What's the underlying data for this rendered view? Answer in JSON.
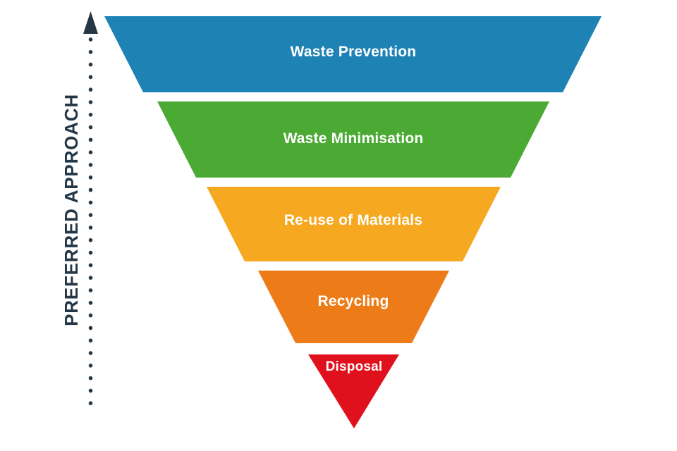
{
  "axis": {
    "label": "PREFERRED APPROACH",
    "arrow_icon": "arrow-up-icon",
    "color": "#243746"
  },
  "funnel": {
    "text_color": "#ffffff",
    "levels": [
      {
        "label": "Waste Prevention",
        "color": "#1e82b5"
      },
      {
        "label": "Waste Minimisation",
        "color": "#4baa33"
      },
      {
        "label": "Re-use of Materials",
        "color": "#f6a820"
      },
      {
        "label": "Recycling",
        "color": "#ed7c18"
      },
      {
        "label": "Disposal",
        "color": "#e0101c"
      }
    ]
  },
  "background": "#ffffff"
}
